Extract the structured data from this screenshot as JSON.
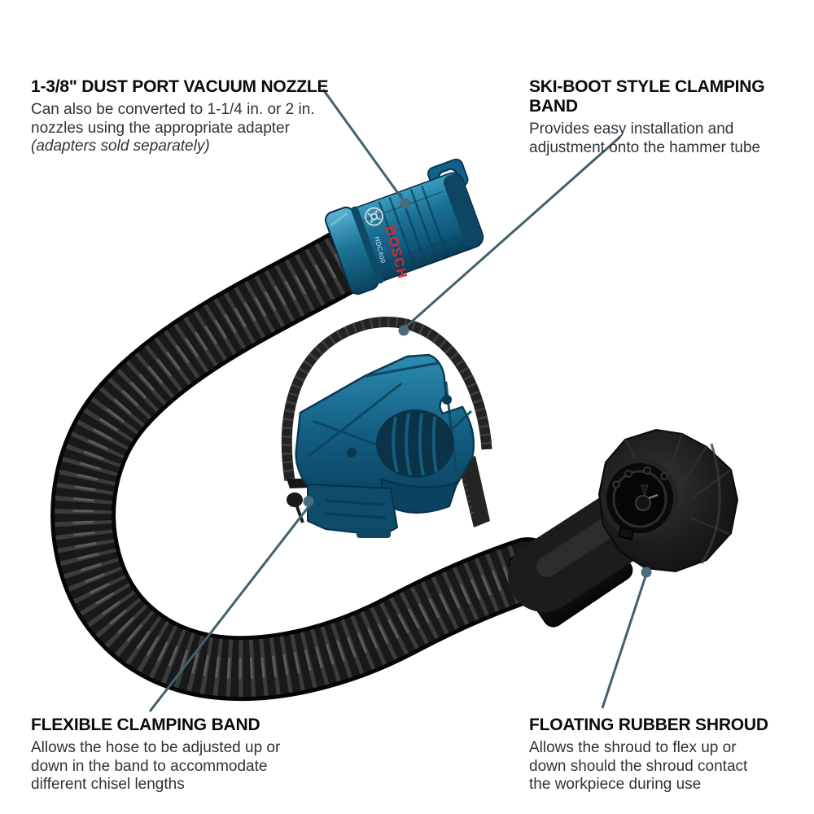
{
  "diagram": {
    "background": "#ffffff",
    "product_kind": "dust-extraction-hose-attachment",
    "brand": {
      "logo_text": "BOSCH",
      "model_text": "HDC400",
      "logo_color": "#e2262a",
      "emblem": "bosch-armature-emblem"
    },
    "colors": {
      "accent_blue": "#15648a",
      "leader_line": "#42606f",
      "leader_dot": "#4a6b7c",
      "hose_black": "#161616",
      "heading_text": "#0b0b0c",
      "body_text": "#2f3336"
    },
    "callouts": [
      {
        "id": "dust-port-vacuum-nozzle",
        "title": "1-3/8\" DUST PORT VACUUM NOZZLE",
        "lines": [
          "Can also be converted to 1-1/4 in. or 2 in.",
          "nozzles using the appropriate adapter"
        ],
        "note": "(adapters sold separately)"
      },
      {
        "id": "ski-boot-style-clamping-band",
        "title": "SKI-BOOT STYLE CLAMPING BAND",
        "lines": [
          "Provides easy installation and",
          "adjustment onto the hammer tube"
        ]
      },
      {
        "id": "flexible-clamping-band",
        "title": "FLEXIBLE CLAMPING BAND",
        "lines": [
          "Allows the hose to be adjusted up or",
          "down in the band to accommodate",
          "different chisel lengths"
        ]
      },
      {
        "id": "floating-rubber-shroud",
        "title": "FLOATING RUBBER SHROUD",
        "lines": [
          "Allows the shroud to flex up or",
          "down should the shroud contact",
          "the workpiece during use"
        ]
      }
    ]
  }
}
